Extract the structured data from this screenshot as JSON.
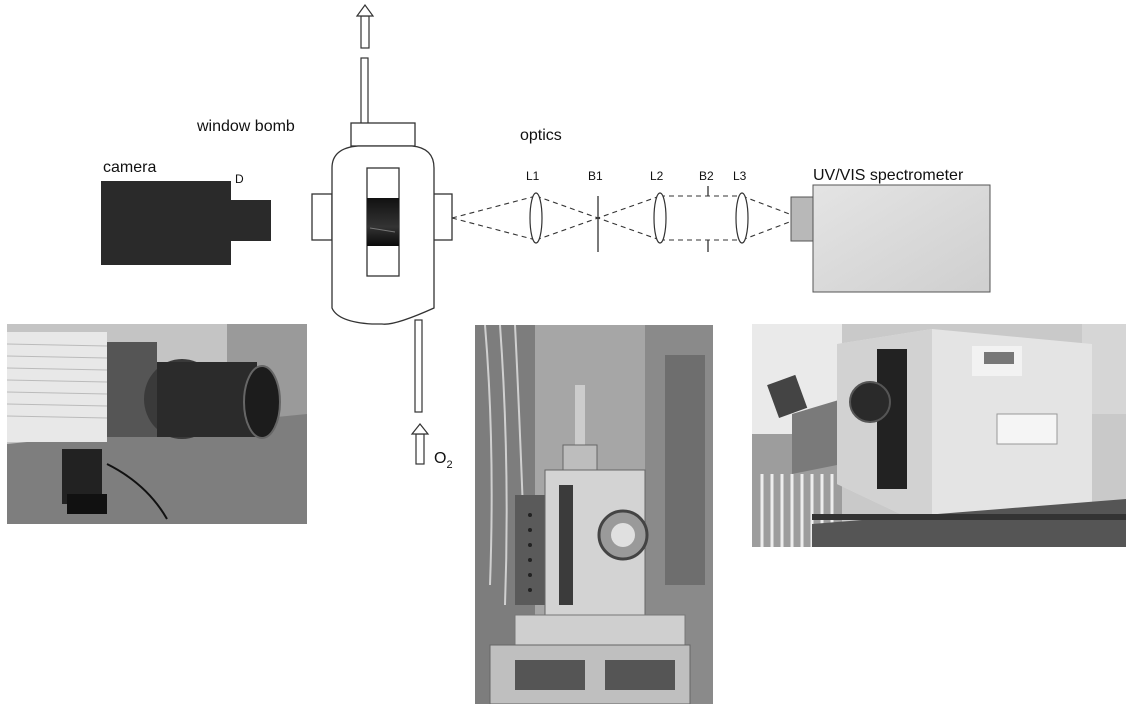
{
  "labels": {
    "camera": "camera",
    "d": "D",
    "window_bomb": "window bomb",
    "optics": "optics",
    "l1": "L1",
    "b1": "B1",
    "l2": "L2",
    "b2": "B2",
    "l3": "L3",
    "spectrometer": "UV/VIS spectrometer",
    "oxygen_main": "O",
    "oxygen_sub": "2"
  },
  "photos": {
    "camera_photo": "photo of camera with lens",
    "bomb_photo": "photo of window bomb apparatus",
    "spectrometer_photo": "photo of UV/VIS spectrometer"
  },
  "colors": {
    "camera_body": "#2a2a2a",
    "spectrometer_body": "#d8d8d8",
    "line": "#333333"
  }
}
